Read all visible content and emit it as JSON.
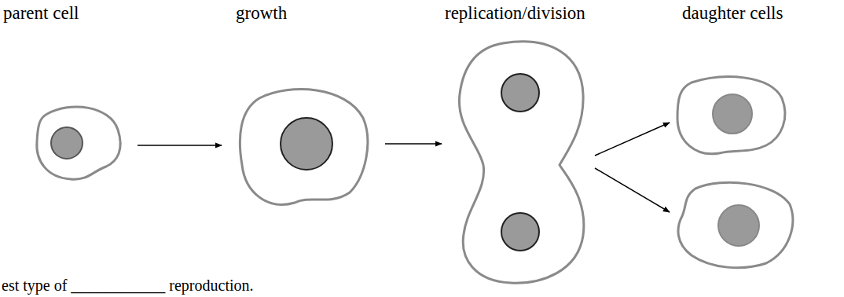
{
  "diagram": {
    "labels": [
      "parent cell",
      "growth",
      "replication/division",
      "daughter cells",
      "est type of ____________ reproduction."
    ]
  }
}
